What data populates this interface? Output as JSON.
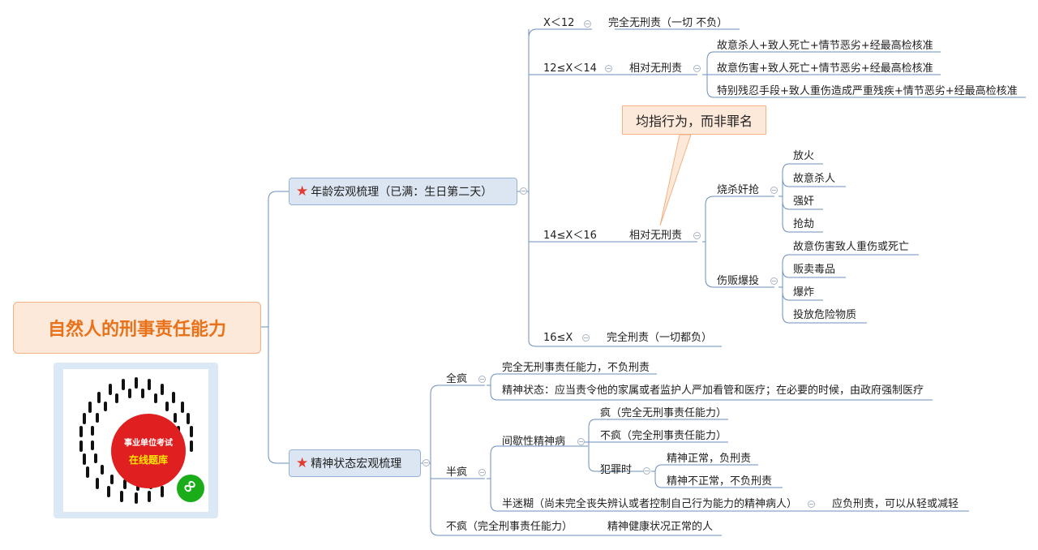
{
  "root": {
    "label": "自然人的刑事责任能力"
  },
  "callout": {
    "text": "均指行为，而非罪名"
  },
  "age": {
    "label": "年龄宏观梳理（已满：生日第二天）",
    "x_lt_12": {
      "label": "X＜12",
      "result": "完全无刑责（一切 不负）"
    },
    "x_12_14": {
      "label": "12≤X＜14",
      "result": "相对无刑责",
      "conditions": [
        "故意杀人+致人死亡+情节恶劣+经最高检核准",
        "故意伤害+致人死亡+情节恶劣+经最高检核准",
        "特别残忍手段+致人重伤造成严重残疾+情节恶劣+经最高检核准"
      ]
    },
    "x_14_16": {
      "label": "14≤X＜16",
      "result": "相对无刑责",
      "group1": {
        "label": "烧杀奸抢",
        "items": [
          "放火",
          "故意杀人",
          "强奸",
          "抢劫"
        ]
      },
      "group2": {
        "label": "伤贩爆投",
        "items": [
          "故意伤害致人重伤或死亡",
          "贩卖毒品",
          "爆炸",
          "投放危险物质"
        ]
      }
    },
    "x_ge_16": {
      "label": "16≤X",
      "result": "完全刑责（一切都负）"
    }
  },
  "mental": {
    "label": "精神状态宏观梳理",
    "full": {
      "label": "全疯",
      "items": [
        "完全无刑事责任能力，不负刑责",
        "精神状态：应当责令他的家属或者监护人严加看管和医疗；在必要的时候，由政府强制医疗"
      ]
    },
    "half": {
      "label": "半疯",
      "intermittent": {
        "label": "间歇性精神病",
        "mad": "疯（完全无刑事责任能力）",
        "notmad": "不疯（完全刑事责任能力）",
        "crime": {
          "label": "犯罪时",
          "normal": "精神正常，负刑责",
          "abnormal": "精神不正常，不负刑责"
        }
      },
      "partial": {
        "label": "半迷糊（尚未完全丧失辨认或者控制自己行为能力的精神病人）",
        "result": "应负刑责，可以从轻或减轻"
      }
    },
    "sane": {
      "label": "不疯（完全刑事责任能力）",
      "result": "精神健康状况正常的人"
    }
  },
  "qr": {
    "line1": "事业单位考试",
    "line2": "在线题库"
  }
}
